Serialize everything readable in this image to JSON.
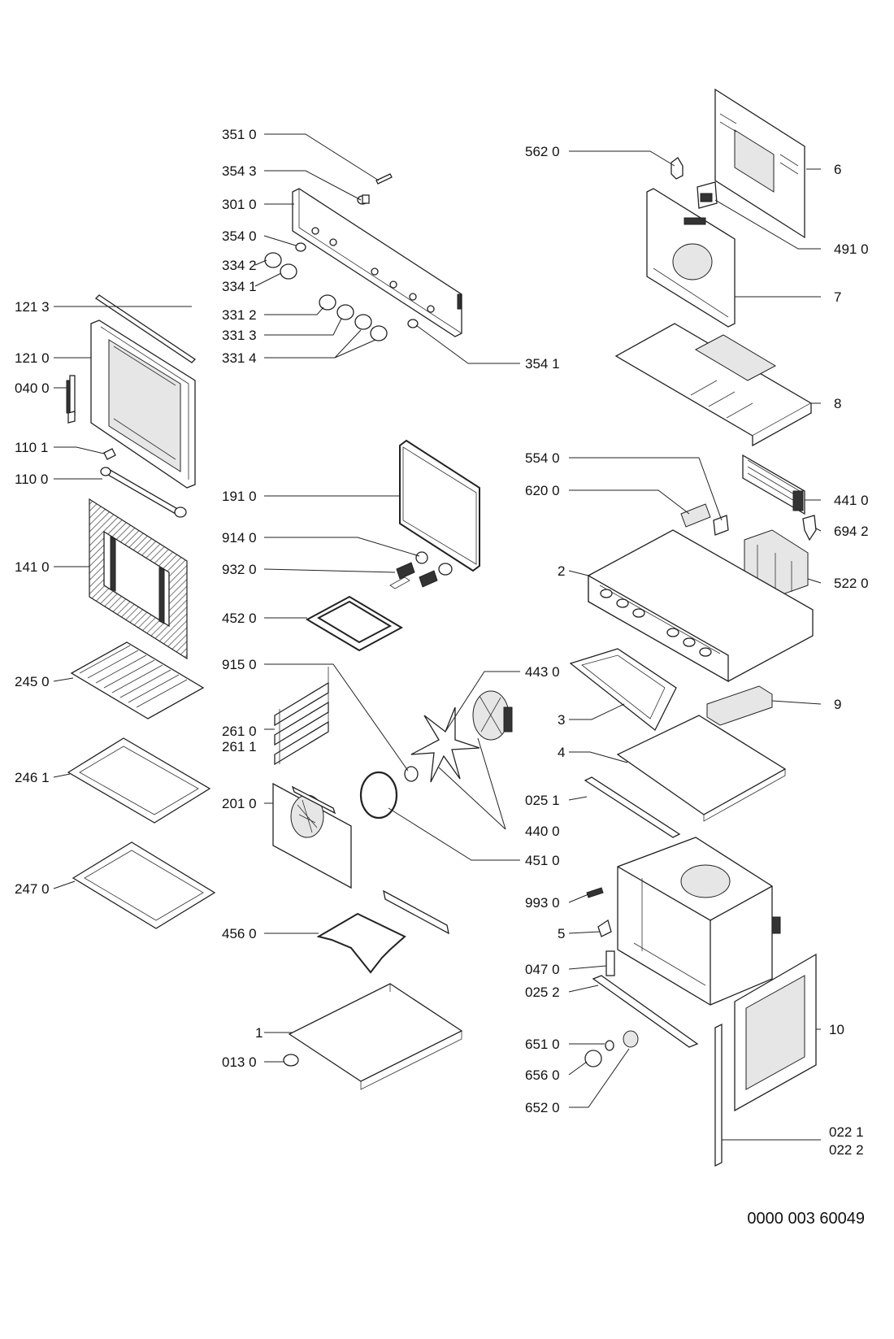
{
  "labels": {
    "l_3510": "351 0",
    "l_3543": "354 3",
    "l_3010": "301 0",
    "l_3540": "354 0",
    "l_3342": "334 2",
    "l_3341": "334 1",
    "l_3312": "331 2",
    "l_3313": "331 3",
    "l_3314": "331 4",
    "l_3541": "354 1",
    "l_1213": "121 3",
    "l_1210": "121 0",
    "l_0400": "040 0",
    "l_1101": "110 1",
    "l_1100": "110 0",
    "l_1410": "141 0",
    "l_2450": "245 0",
    "l_2461": "246 1",
    "l_2470": "247 0",
    "l_1910": "191 0",
    "l_9140": "914 0",
    "l_9320": "932 0",
    "l_4520": "452 0",
    "l_9150": "915 0",
    "l_2610": "261 0",
    "l_2611": "261 1",
    "l_2010": "201 0",
    "l_4560": "456 0",
    "l_1": "1",
    "l_0130": "013 0",
    "l_4430": "443 0",
    "l_4400": "440 0",
    "l_4510": "451 0",
    "l_5620": "562 0",
    "l_6": "6",
    "l_4910": "491 0",
    "l_7": "7",
    "l_8": "8",
    "l_5540": "554 0",
    "l_6200": "620 0",
    "l_4410": "441 0",
    "l_6942": "694 2",
    "l_2": "2",
    "l_5220": "522 0",
    "l_3": "3",
    "l_9": "9",
    "l_4": "4",
    "l_0251": "025 1",
    "l_9930": "993 0",
    "l_5": "5",
    "l_0470": "047 0",
    "l_0252": "025 2",
    "l_10": "10",
    "l_6510": "651 0",
    "l_6560": "656 0",
    "l_6520": "652 0",
    "l_0221": "022 1",
    "l_0222": "022 2"
  },
  "document_number": "0000 003 60049"
}
